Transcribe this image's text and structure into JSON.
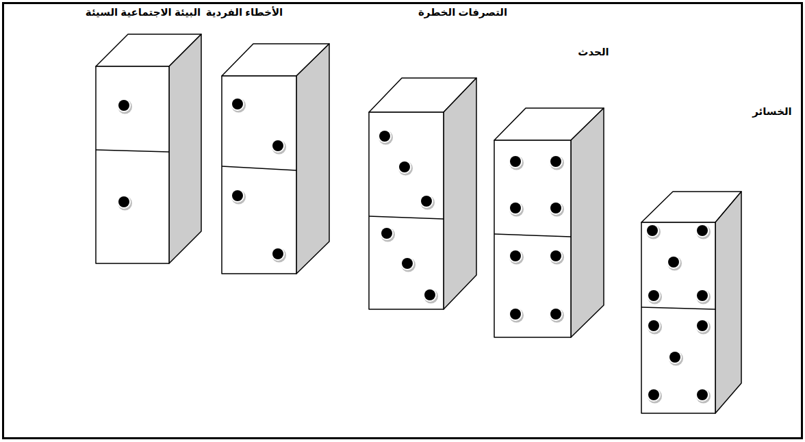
{
  "diagram": {
    "nodes": [
      {
        "text": [
          "البيئة الاجتماعية السيئة"
        ]
      },
      {
        "text": [
          "الأخطاء الفردية"
        ]
      },
      {
        "text": [
          "التصرفات الخطرة"
        ]
      },
      {
        "text": [
          "الحدث"
        ]
      },
      {
        "text": [
          "الخسائر"
        ]
      }
    ]
  }
}
